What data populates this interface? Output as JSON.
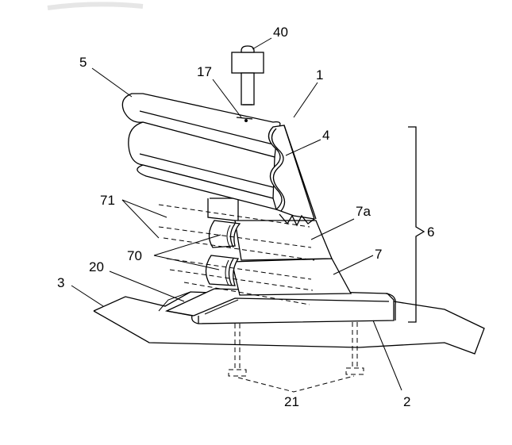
{
  "labels": {
    "l1": "1",
    "l2": "2",
    "l3": "3",
    "l4": "4",
    "l5": "5",
    "l6": "6",
    "l7": "7",
    "l7a": "7a",
    "l17": "17",
    "l20": "20",
    "l21": "21",
    "l40": "40",
    "l70": "70",
    "l71": "71"
  }
}
